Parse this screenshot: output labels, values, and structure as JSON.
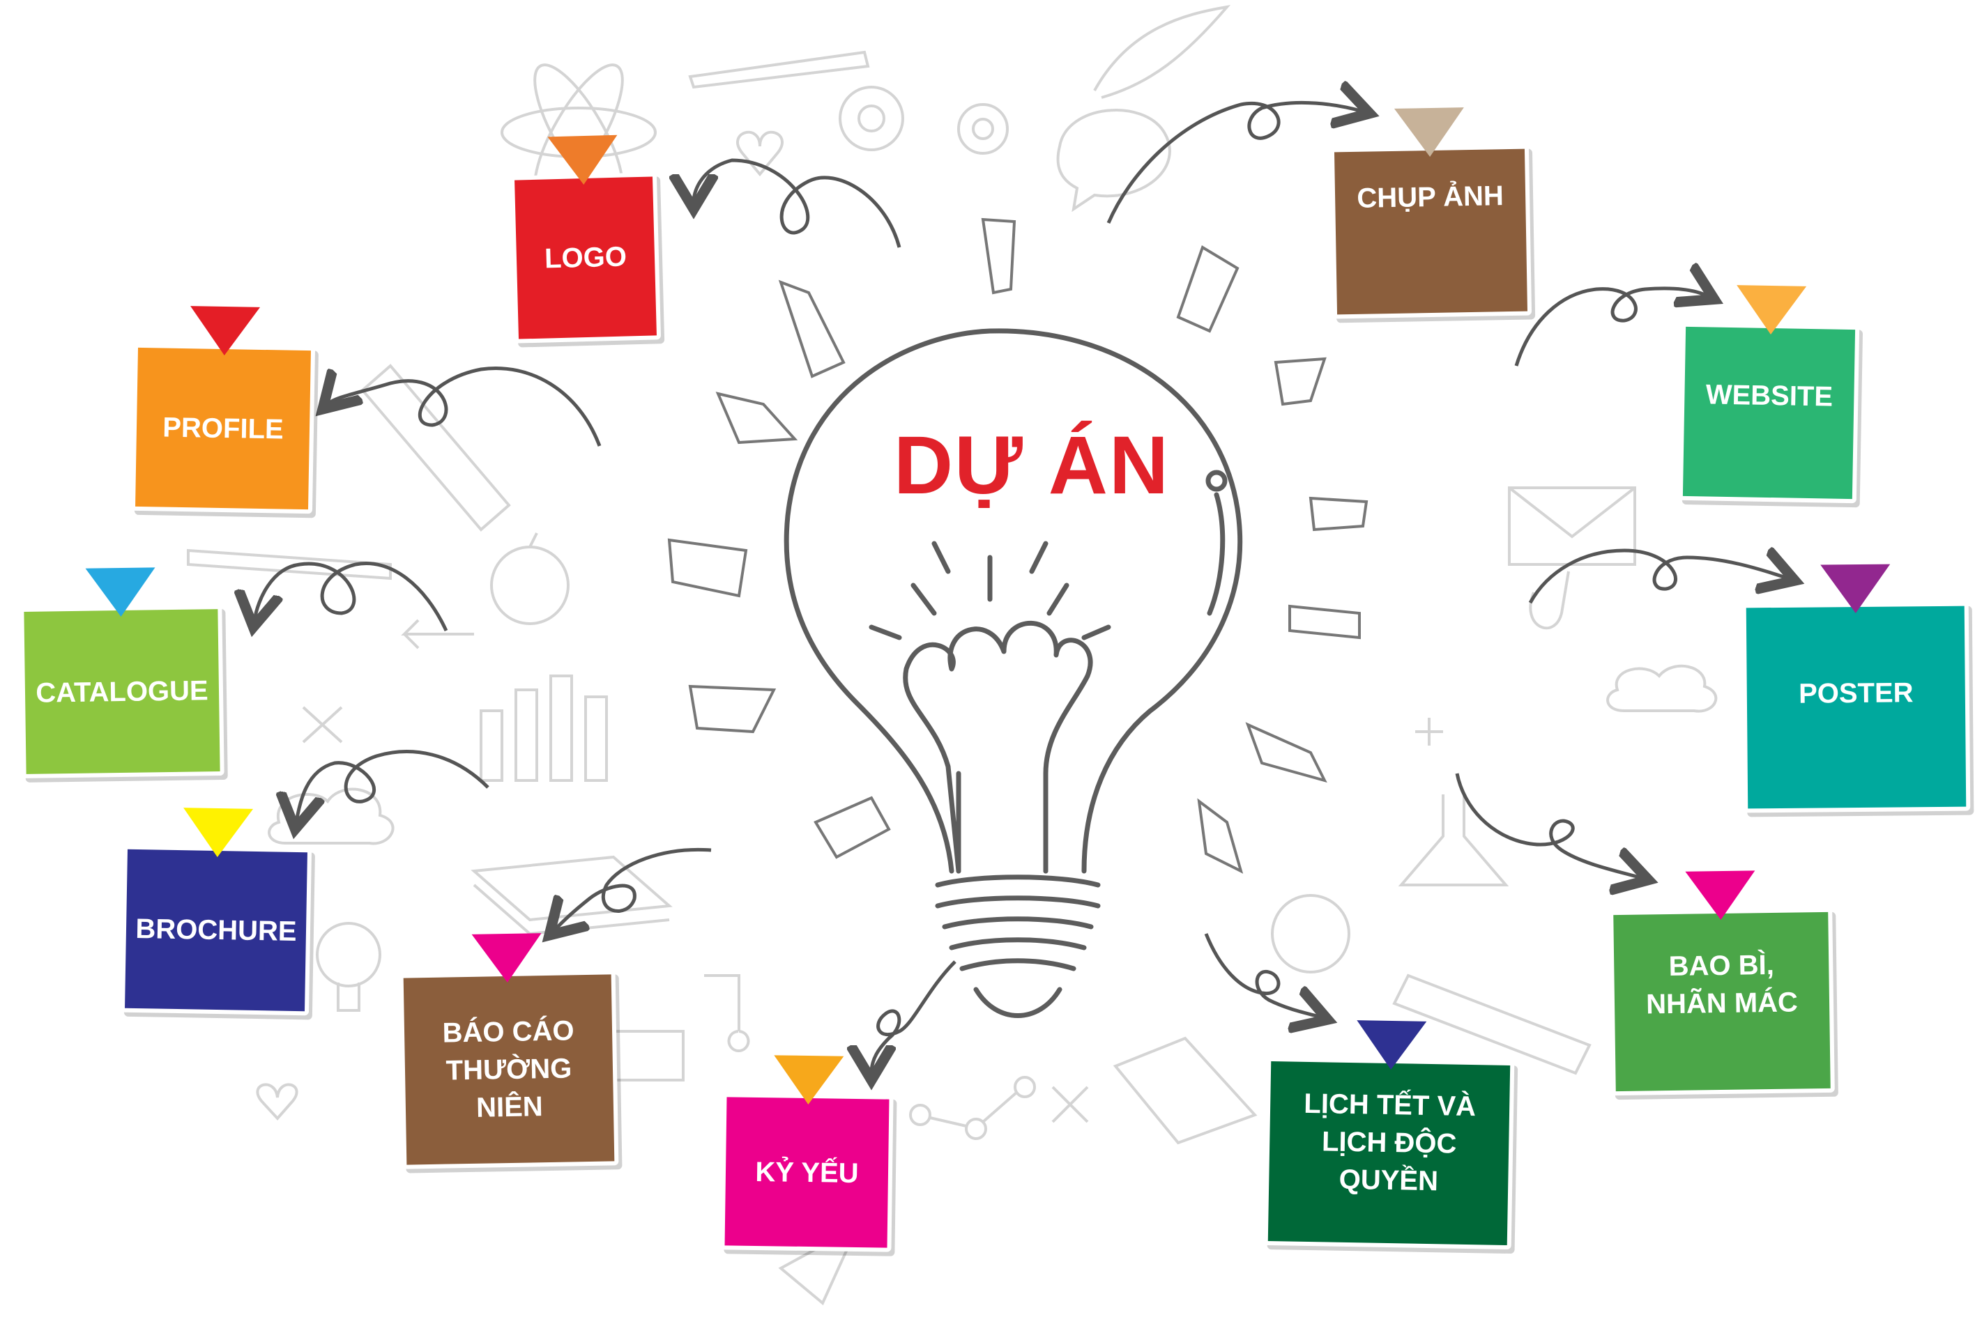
{
  "center": {
    "title": "DỰ ÁN",
    "color": "#e1222a"
  },
  "nodes": {
    "logo": {
      "label": "LOGO",
      "color": "#e41e26",
      "pin": "#ee7c2a"
    },
    "profile": {
      "label": "PROFILE",
      "color": "#f7941d",
      "pin": "#e41e26"
    },
    "catalogue": {
      "label": "CATALOGUE",
      "color": "#8dc63f",
      "pin": "#27a9e1"
    },
    "brochure": {
      "label": "BROCHURE",
      "color": "#2e3192",
      "pin": "#fff200"
    },
    "bao_cao": {
      "label": "BÁO CÁO THƯỜNG NIÊN",
      "color": "#8b5e3c",
      "pin": "#ec008c"
    },
    "ky_yeu": {
      "label": "KỶ YẾU",
      "color": "#ec008c",
      "pin": "#f7a81b"
    },
    "chup_anh": {
      "label": "CHỤP ẢNH",
      "color": "#8b5e3c",
      "pin": "#c7b299"
    },
    "website": {
      "label": "WEBSITE",
      "color": "#2bb673",
      "pin": "#fbb040"
    },
    "poster": {
      "label": "POSTER",
      "color": "#00a99d",
      "pin": "#92278f"
    },
    "bao_bi": {
      "label": "BAO BÌ, NHÃN MÁC",
      "color": "#4ba648",
      "pin": "#ec008c"
    },
    "lich_tet": {
      "label": "LỊCH TẾT VÀ LỊCH ĐỘC QUYỀN",
      "color": "#006838",
      "pin": "#2e3192"
    }
  }
}
